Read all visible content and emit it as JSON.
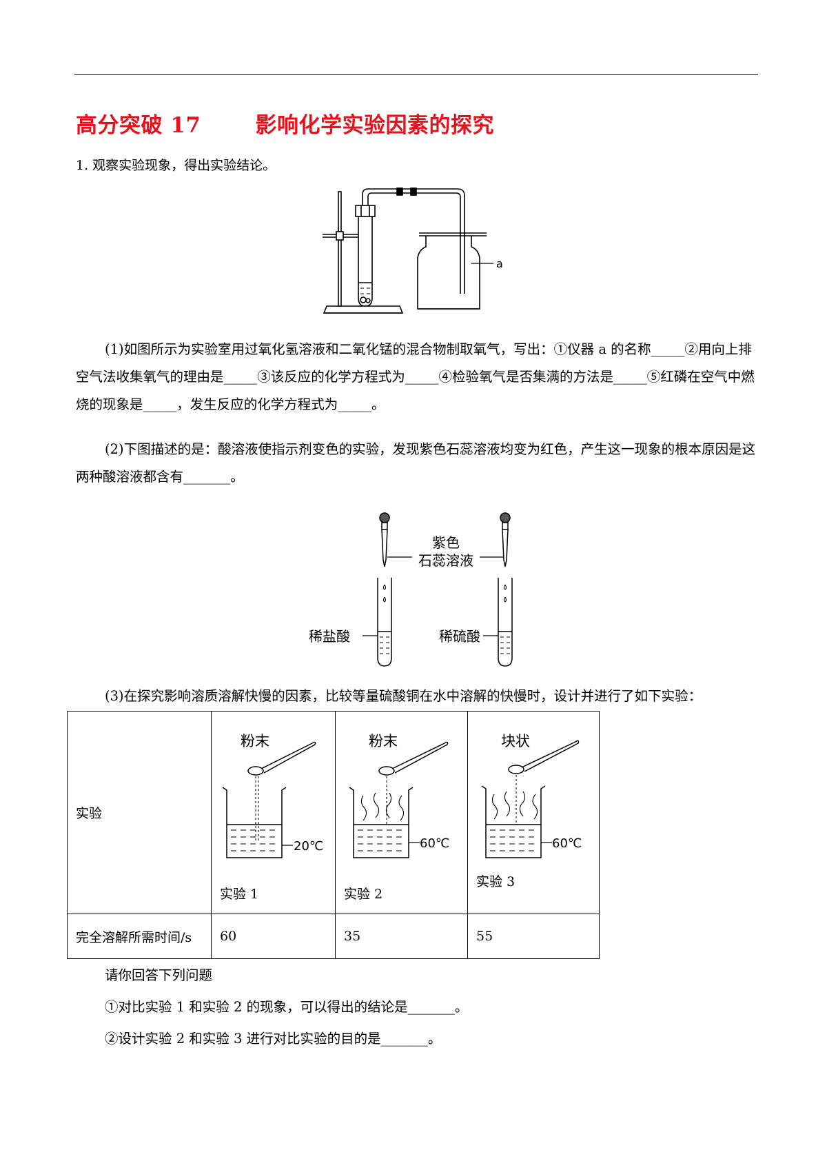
{
  "title": "高分突破 17       影响化学实验因素的探究",
  "question": {
    "head": "1. 观察实验现象，得出实验结论。",
    "figure1": {
      "label_a": "a"
    },
    "part1": "(1)如图所示为实验室用过氧化氢溶液和二氧化锰的混合物制取氧气，写出：①仪器 a 的名称_____②用向上排空气法收集氧气的理由是_____③该反应的化学方程式为_____④检验氧气是否集满的方法是_____⑤红磷在空气中燃烧的现象是_____，发生反应的化学方程式为_____。",
    "part2": "(2)下图描述的是：酸溶液使指示剂变色的实验，发现紫色石蕊溶液均变为红色，产生这一现象的根本原因是这两种酸溶液都含有_______。",
    "figure2": {
      "dropper_label_1": "紫色",
      "dropper_label_2": "石蕊溶液",
      "tube_left": "稀盐酸",
      "tube_right": "稀硫酸"
    },
    "part3": "(3)在探究影响溶质溶解快慢的因素，比较等量硫酸铜在水中溶解的快慢时，设计并进行了如下实验：",
    "table": {
      "row1_label": "实验",
      "row2_label": "完全溶解所需时间/s",
      "experiments": [
        {
          "solid": "粉末",
          "temp": "20℃",
          "caption": "实验 1",
          "time": "60"
        },
        {
          "solid": "粉末",
          "temp": "60℃",
          "caption": "实验 2",
          "time": "35"
        },
        {
          "solid": "块状",
          "temp": "60℃",
          "caption": "实验 3",
          "time": "55"
        }
      ]
    },
    "prompt": "请你回答下列问题",
    "sub1": "①对比实验 1 和实验 2 的现象，可以得出的结论是_______。",
    "sub2": "②设计实验 2 和实验 3 进行对比实验的目的是_______。"
  }
}
